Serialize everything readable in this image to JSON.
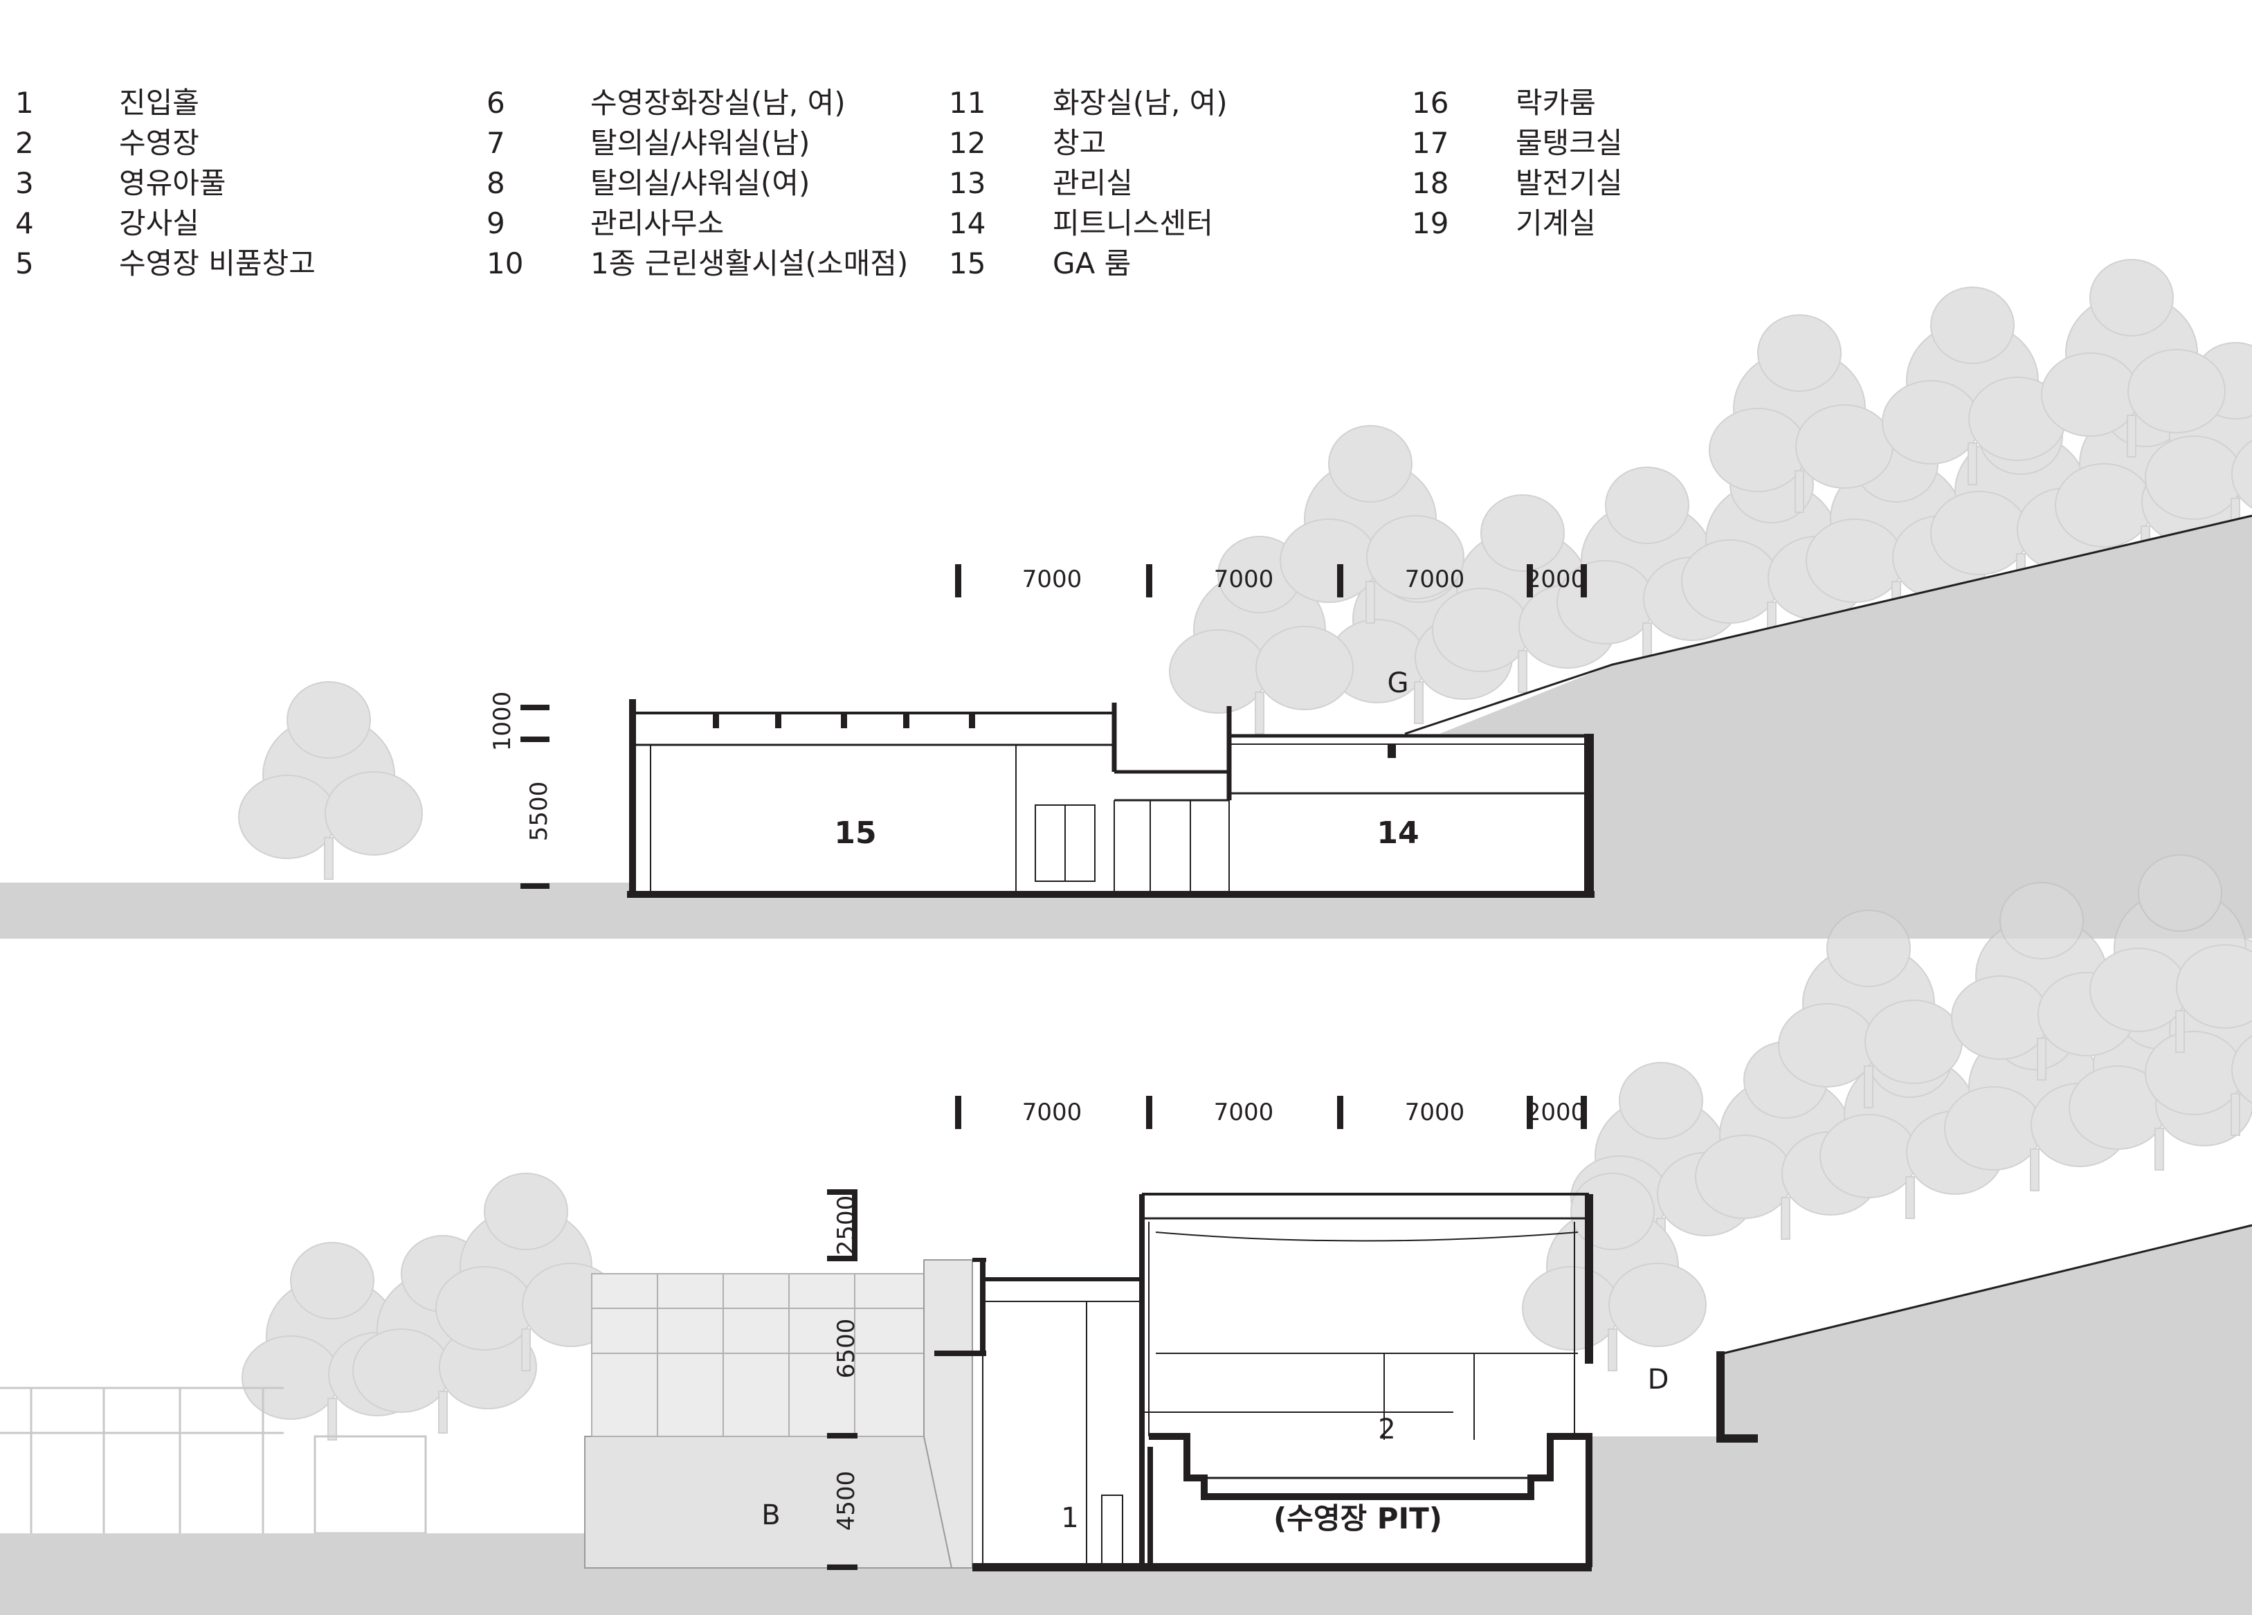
{
  "legend": [
    {
      "num": "1",
      "label": "진입홀"
    },
    {
      "num": "2",
      "label": "수영장"
    },
    {
      "num": "3",
      "label": "영유아풀"
    },
    {
      "num": "4",
      "label": "강사실"
    },
    {
      "num": "5",
      "label": "수영장 비품창고"
    },
    {
      "num": "6",
      "label": "수영장화장실(남, 여)"
    },
    {
      "num": "7",
      "label": "탈의실/샤워실(남)"
    },
    {
      "num": "8",
      "label": "탈의실/샤워실(여)"
    },
    {
      "num": "9",
      "label": "관리사무소"
    },
    {
      "num": "10",
      "label": "1종 근린생활시설(소매점)"
    },
    {
      "num": "11",
      "label": "화장실(남, 여)"
    },
    {
      "num": "12",
      "label": "창고"
    },
    {
      "num": "13",
      "label": "관리실"
    },
    {
      "num": "14",
      "label": "피트니스센터"
    },
    {
      "num": "15",
      "label": "GA 룸"
    },
    {
      "num": "16",
      "label": "락카룸"
    },
    {
      "num": "17",
      "label": "물탱크실"
    },
    {
      "num": "18",
      "label": "발전기실"
    },
    {
      "num": "19",
      "label": "기계실"
    }
  ],
  "section_top": {
    "dims_horizontal": [
      "7000",
      "7000",
      "7000",
      "2000"
    ],
    "dims_vertical": [
      "1000",
      "5500"
    ],
    "rooms": [
      "15",
      "14"
    ],
    "marker": "G"
  },
  "section_bottom": {
    "dims_horizontal": [
      "7000",
      "7000",
      "7000",
      "2000"
    ],
    "dims_vertical": [
      "2500",
      "6500",
      "4500"
    ],
    "rooms": [
      "2",
      "1",
      "(수영장 PIT)"
    ],
    "markers": [
      "B",
      "D"
    ]
  },
  "colors": {
    "ground": "#d2d2d3",
    "wall": "#231f20",
    "tree": "#c8c8c8",
    "line": "#231f20"
  }
}
